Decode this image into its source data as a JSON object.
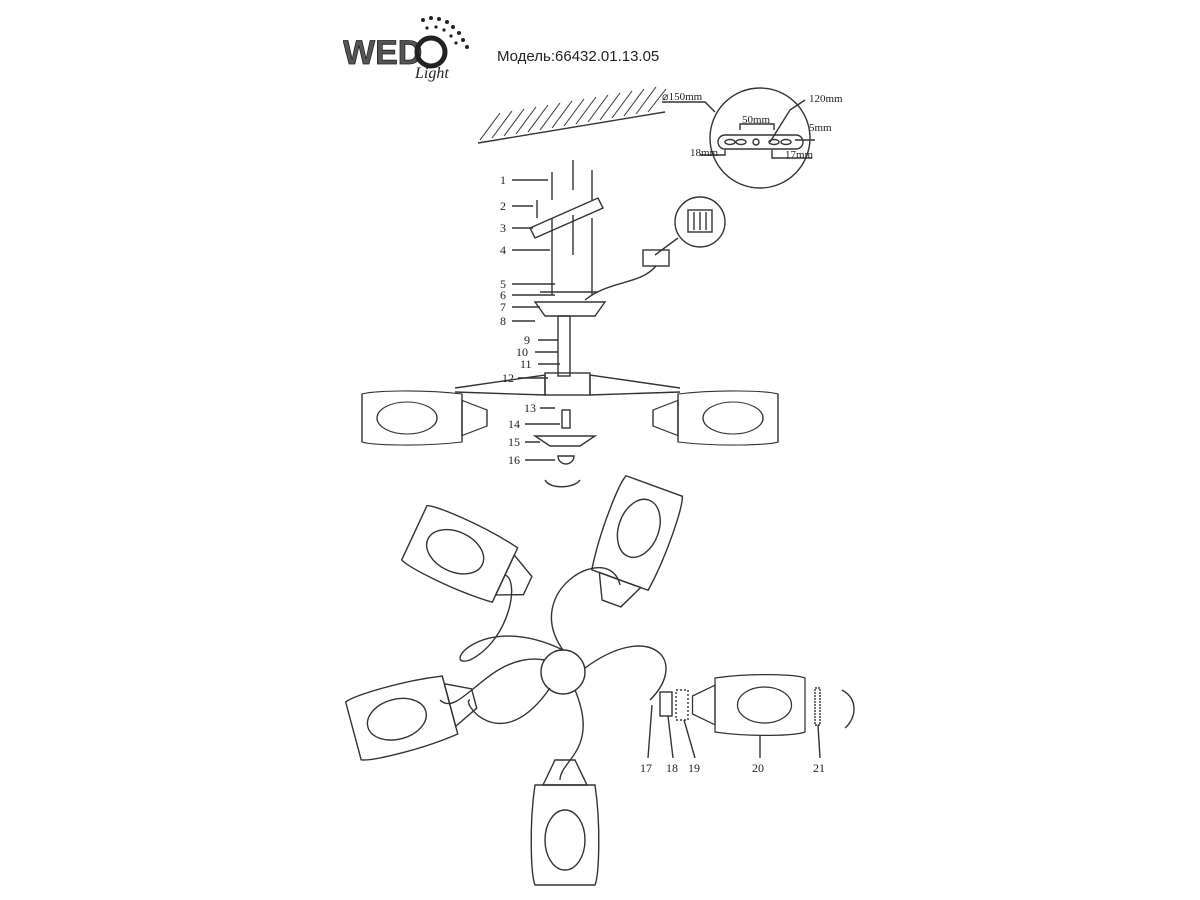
{
  "header": {
    "brand_logo": "WEDO Light",
    "model_label": "Модель:66432.01.13.05"
  },
  "detail_dimensions": {
    "diameter": "⌀150mm",
    "length": "120mm",
    "hole_spacing": "50mm",
    "thickness": "5mm",
    "left_offset": "18mm",
    "right_offset": "17mm"
  },
  "part_labels": [
    "1",
    "2",
    "3",
    "4",
    "5",
    "6",
    "7",
    "8",
    "9",
    "10",
    "11",
    "12",
    "13",
    "14",
    "15",
    "16",
    "17",
    "18",
    "19",
    "20",
    "21"
  ]
}
